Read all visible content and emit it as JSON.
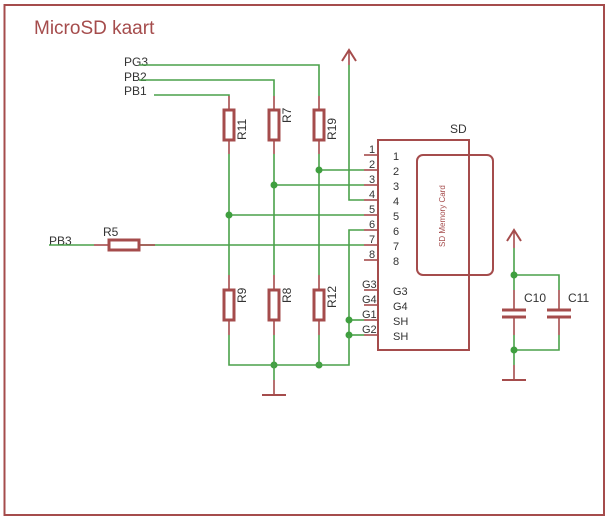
{
  "sheet": {
    "title": "MicroSD kaart"
  },
  "nets": {
    "pg3": "PG3",
    "pb2": "PB2",
    "pb1": "PB1",
    "pb3": "PB3"
  },
  "resistors": {
    "r11": "R11",
    "r7": "R7",
    "r19": "R19",
    "r9": "R9",
    "r8": "R8",
    "r12": "R12",
    "r5": "R5"
  },
  "capacitors": {
    "c10": "C10",
    "c11": "C11"
  },
  "connector": {
    "name": "SD",
    "card_label": "SD Memory Card",
    "outer_pins": [
      "1",
      "2",
      "3",
      "4",
      "5",
      "6",
      "7",
      "8",
      "G3",
      "G4",
      "G1",
      "G2"
    ],
    "inner_pins": [
      "1",
      "2",
      "3",
      "4",
      "5",
      "6",
      "7",
      "8",
      "G3",
      "G4",
      "SH",
      "SH"
    ]
  },
  "colors": {
    "wire": "#4aa14a",
    "part": "#a54c4c",
    "text": "#333333"
  }
}
